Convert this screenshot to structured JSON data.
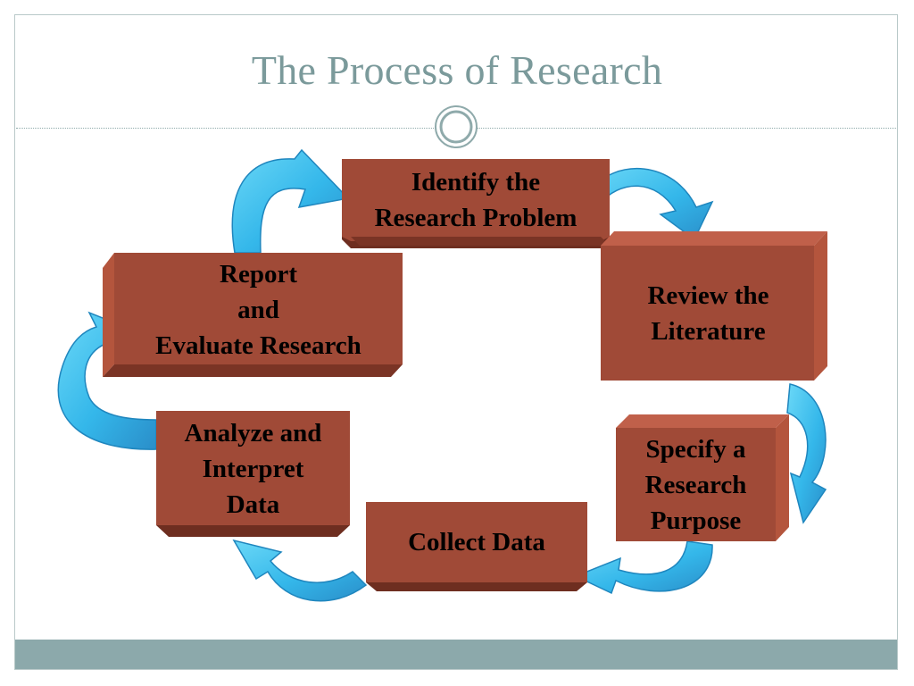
{
  "slide": {
    "title": "The Process of Research"
  },
  "colors": {
    "box_face": "#a04a37",
    "box_side": "#b4553d",
    "box_top": "#c0604a",
    "box_shadow": "#6e2e20",
    "arrow_light": "#59d0f5",
    "arrow_dark": "#2b9bd3",
    "title": "#7b9a9b",
    "footer": "#8ca9ab"
  },
  "diagram": {
    "type": "cycle",
    "steps": [
      {
        "label": "Identify the\nResearch Problem"
      },
      {
        "label": "Review the\nLiterature"
      },
      {
        "label": "Specify a\nResearch\nPurpose"
      },
      {
        "label": "Collect Data"
      },
      {
        "label": "Analyze and\nInterpret\nData"
      },
      {
        "label": "Report\nand\nEvaluate Research"
      }
    ]
  }
}
